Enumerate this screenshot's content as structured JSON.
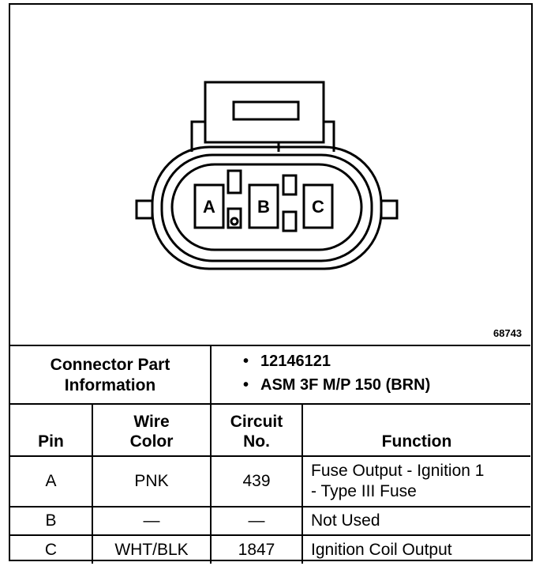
{
  "figure_number": "68743",
  "connector": {
    "pin_labels": [
      "A",
      "B",
      "C"
    ]
  },
  "info": {
    "label_line1": "Connector Part",
    "label_line2": "Information",
    "parts": [
      "12146121",
      "ASM 3F M/P 150 (BRN)"
    ],
    "bullet": "•"
  },
  "table": {
    "headers": {
      "pin": "Pin",
      "wire_line1": "Wire",
      "wire_line2": "Color",
      "circuit_line1": "Circuit",
      "circuit_line2": "No.",
      "function": "Function"
    },
    "rows": [
      {
        "pin": "A",
        "color": "PNK",
        "circuit": "439",
        "function_line1": "Fuse Output - Ignition 1",
        "function_line2": "- Type III Fuse"
      },
      {
        "pin": "B",
        "color": "—",
        "circuit": "—",
        "function_line1": "Not Used",
        "function_line2": ""
      },
      {
        "pin": "C",
        "color": "WHT/BLK",
        "circuit": "1847",
        "function_line1": "Ignition Coil Output",
        "function_line2": ""
      }
    ]
  }
}
